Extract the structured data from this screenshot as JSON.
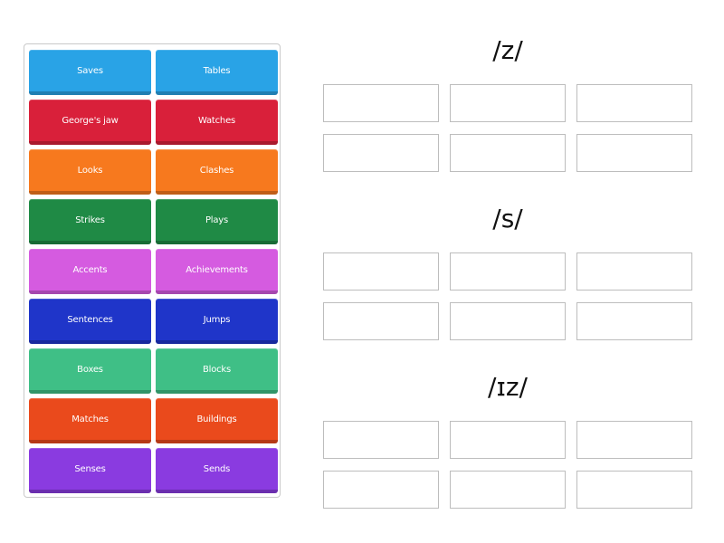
{
  "bank": {
    "tiles": [
      {
        "label": "Saves",
        "color": "#29A3E6"
      },
      {
        "label": "Tables",
        "color": "#29A3E6"
      },
      {
        "label": "George's jaw",
        "color": "#D9203A"
      },
      {
        "label": "Watches",
        "color": "#D9203A"
      },
      {
        "label": "Looks",
        "color": "#F7791E"
      },
      {
        "label": "Clashes",
        "color": "#F7791E"
      },
      {
        "label": "Strikes",
        "color": "#1F8A45"
      },
      {
        "label": "Plays",
        "color": "#1F8A45"
      },
      {
        "label": "Accents",
        "color": "#D55BE0"
      },
      {
        "label": "Achievements",
        "color": "#D55BE0"
      },
      {
        "label": "Sentences",
        "color": "#1F35C9"
      },
      {
        "label": "Jumps",
        "color": "#1F35C9"
      },
      {
        "label": "Boxes",
        "color": "#3FBF86"
      },
      {
        "label": "Blocks",
        "color": "#3FBF86"
      },
      {
        "label": "Matches",
        "color": "#EA4A1C"
      },
      {
        "label": "Buildings",
        "color": "#EA4A1C"
      },
      {
        "label": "Senses",
        "color": "#8A3BE0"
      },
      {
        "label": "Sends",
        "color": "#8A3BE0"
      }
    ]
  },
  "groups": [
    {
      "title": "/z/",
      "slot_count": 6
    },
    {
      "title": "/s/",
      "slot_count": 6
    },
    {
      "title": "/ɪz/",
      "slot_count": 6
    }
  ]
}
